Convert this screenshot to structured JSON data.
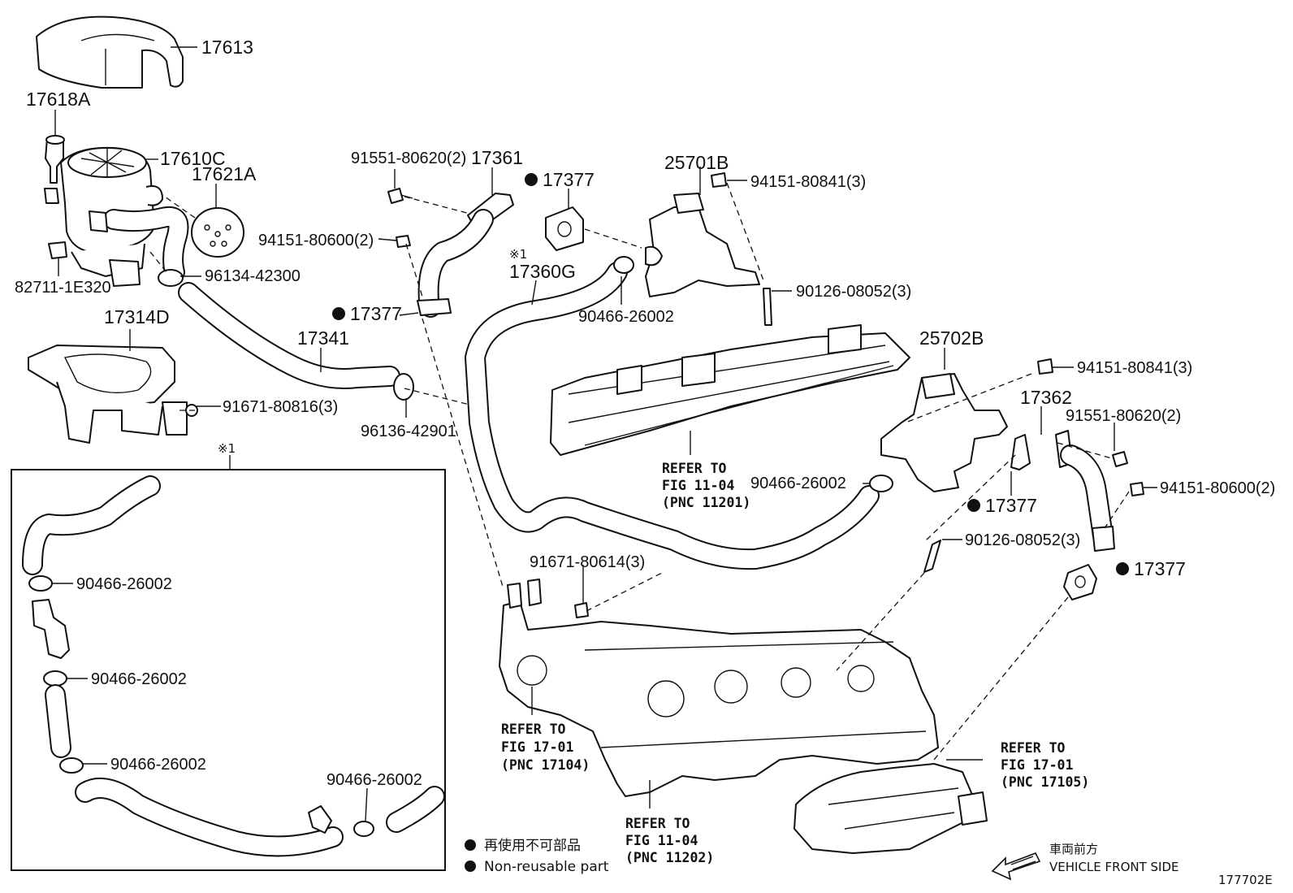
{
  "labels": {
    "p17613": "17613",
    "p17618A": "17618A",
    "p17610C": "17610C",
    "p17621A": "17621A",
    "p82711": "82711-1E320",
    "p96134": "96134-42300",
    "p17314D": "17314D",
    "p91671_816": "91671-80816(3)",
    "p17341": "17341",
    "p96136": "96136-42901",
    "p91551_a": "91551-80620(2)",
    "p17361": "17361",
    "p17377_a": "17377",
    "p94151_600a": "94151-80600(2)",
    "p17377_b": "17377",
    "note1_a": "※1",
    "p17360G": "17360G",
    "p90466_a": "90466-26002",
    "p25701B": "25701B",
    "p94151_841a": "94151-80841(3)",
    "p90126_a": "90126-08052(3)",
    "p25702B": "25702B",
    "p94151_841b": "94151-80841(3)",
    "p17362": "17362",
    "p91551_b": "91551-80620(2)",
    "p90466_b": "90466-26002",
    "p94151_600b": "94151-80600(2)",
    "p17377_c": "17377",
    "p90126_b": "90126-08052(3)",
    "p17377_d": "17377",
    "p91671_614": "91671-80614(3)",
    "note1_b": "※1",
    "inset_90466_1": "90466-26002",
    "inset_90466_2": "90466-26002",
    "inset_90466_3": "90466-26002",
    "inset_90466_4": "90466-26002"
  },
  "refs": {
    "r11201": [
      "REFER TO",
      "FIG 11-04",
      "(PNC 11201)"
    ],
    "r17104": [
      "REFER TO",
      "FIG 17-01",
      "(PNC 17104)"
    ],
    "r11202": [
      "REFER TO",
      "FIG 11-04",
      "(PNC 11202)"
    ],
    "r17105": [
      "REFER TO",
      "FIG 17-01",
      "(PNC 17105)"
    ]
  },
  "legend": {
    "jp": "再使用不可部品",
    "en": "Non-reusable part"
  },
  "front": {
    "jp": "車両前方",
    "en": "VEHICLE FRONT SIDE"
  },
  "figure_id": "177702E"
}
